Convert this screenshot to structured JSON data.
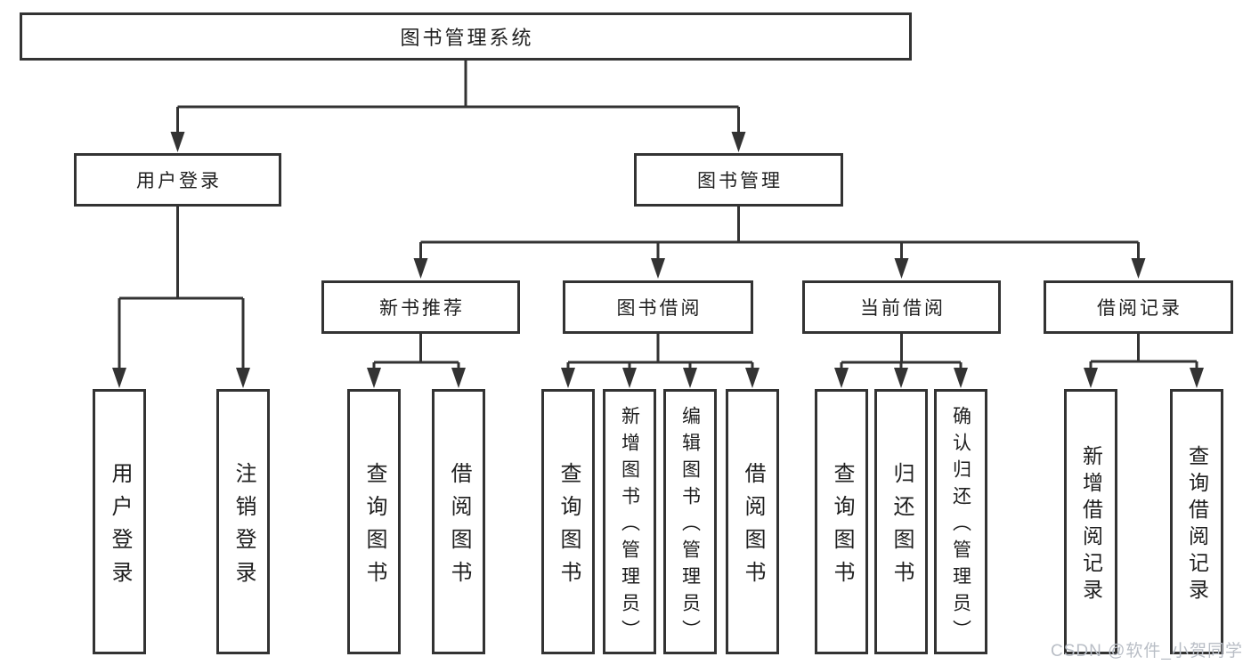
{
  "nodes": {
    "root": "图书管理系统",
    "user_login": "用户登录",
    "book_mgmt": "图书管理",
    "new_book": "新书推荐",
    "book_borrow": "图书借阅",
    "current_borrow": "当前借阅",
    "borrow_record": "借阅记录",
    "leaves": {
      "user_login": [
        "用户登录",
        "注销登录"
      ],
      "new_book": [
        "查询图书",
        "借阅图书"
      ],
      "book_borrow": [
        "查询图书",
        "新增图书（管理员）",
        "编辑图书（管理员）",
        "借阅图书"
      ],
      "current_borrow": [
        "查询图书",
        "归还图书",
        "确认归还（管理员）"
      ],
      "borrow_record": [
        "新增借阅记录",
        "查询借阅记录"
      ]
    }
  },
  "watermark": "CSDN @软件_小贺同学",
  "colors": {
    "line": "#333333",
    "text": "#1f1f1f",
    "watermark": "#b9bec6",
    "background": "#ffffff"
  }
}
